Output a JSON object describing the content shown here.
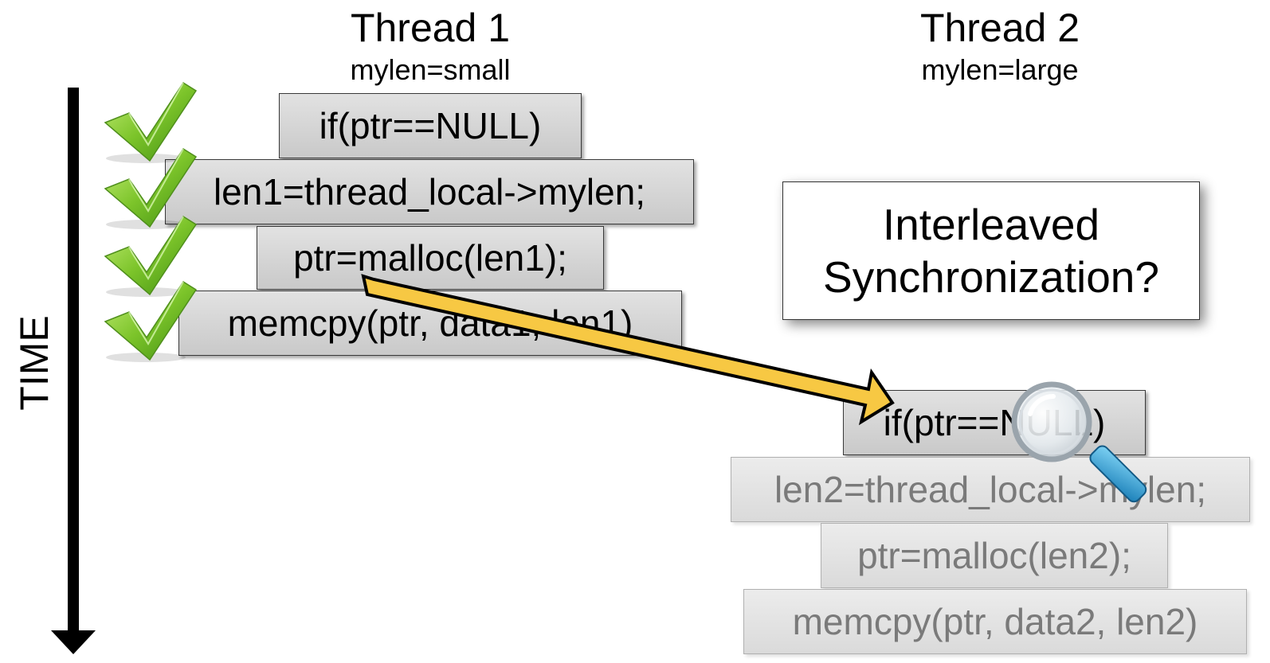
{
  "time_axis": {
    "label": "TIME"
  },
  "thread1": {
    "title": "Thread 1",
    "subtitle": "mylen=small",
    "lines": [
      "if(ptr==NULL)",
      "len1=thread_local->mylen;",
      "ptr=malloc(len1);",
      "memcpy(ptr, data1, len1)"
    ]
  },
  "thread2": {
    "title": "Thread 2",
    "subtitle": "mylen=large",
    "lines": [
      "if(ptr==NULL)",
      "len2=thread_local->mylen;",
      "ptr=malloc(len2);",
      "memcpy(ptr, data2, len2)"
    ]
  },
  "callout": {
    "line1": "Interleaved",
    "line2": "Synchronization?"
  },
  "icons": {
    "check": "checkmark-icon",
    "magnifier": "magnifier-icon",
    "arrow": "interleave-arrow"
  },
  "colors": {
    "check_green": "#7cc42a",
    "arrow_yellow": "#f7c843",
    "magnifier_handle": "#2a9fd6"
  }
}
